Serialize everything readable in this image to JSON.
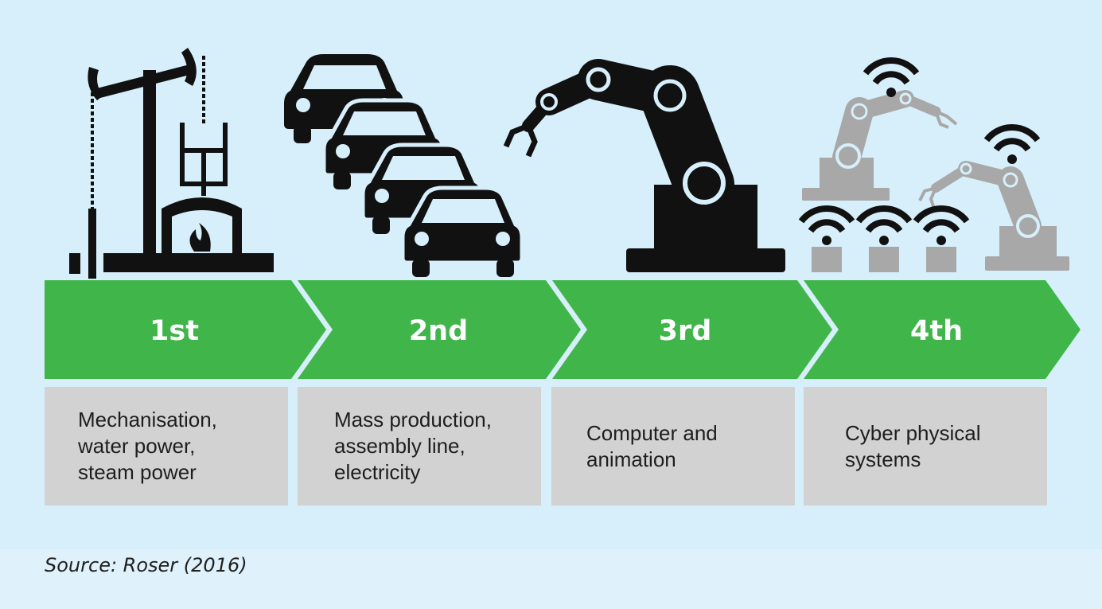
{
  "colors": {
    "background": "#d6effa",
    "arrow": "#3fb54a",
    "box": "#d2d2d2",
    "icon_dark": "#111111",
    "icon_grey": "#a8a8a8"
  },
  "stages": [
    {
      "label": "1st",
      "description": "Mechanisation,\nwater power,\nsteam power",
      "icon": "steam-engine-icon"
    },
    {
      "label": "2nd",
      "description": "Mass production,\nassembly line,\nelectricity",
      "icon": "assembly-line-cars-icon"
    },
    {
      "label": "3rd",
      "description": "Computer and\nanimation",
      "icon": "robot-arm-icon"
    },
    {
      "label": "4th",
      "description": "Cyber physical\nsystems",
      "icon": "connected-robots-wifi-icon"
    }
  ],
  "source": "Source: Roser (2016)"
}
